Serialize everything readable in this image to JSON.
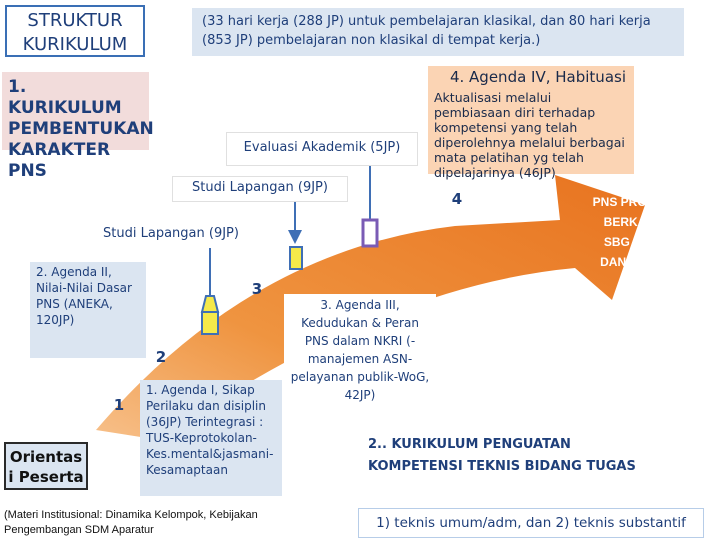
{
  "title": "STRUKTUR KURIKULUM",
  "hours_note": "(33 hari kerja (288 JP) untuk pembelajaran klasikal, dan 80 hari kerja (853 JP) pembelajaran non klasikal di tempat kerja.)",
  "kurikulum1": "1. KURIKULUM PEMBENTUKAN KARAKTER PNS",
  "agenda4": {
    "title": "4. Agenda IV, Habituasi",
    "desc": "Aktualisasi melalui pembiasaan diri terhadap kompetensi yang telah diperolehnya melalui berbagai mata pelatihan yg telah dipelajarinya (46JP)"
  },
  "evaluasi": "Evaluasi Akademik (5JP)",
  "studi_lapangan_1": "Studi Lapangan (9JP)",
  "studi_lapangan_2": "Studi Lapangan (9JP)",
  "agenda2": "2. Agenda II, Nilai-Nilai Dasar PNS (ANEKA, 120JP)",
  "agenda3": "3. Agenda III, Kedudukan & Peran PNS dalam NKRI (-manajemen ASN-pelayanan publik-WoG, 42JP)",
  "agenda1": "1. Agenda I, Sikap Perilaku dan disiplin (36JP) Terintegrasi : TUS-Keprotokolan-Kes.mental&jasmani-Kesamaptaan",
  "orientas": "Orientas i Peserta",
  "pns_profesional": "PNS PROFESIO-NAL BERKA-RAKTER SBG PELY.MASY DAN PEMERSATU BANGSA",
  "kurikulum2": "2.. KURIKULUM PENGUATAN KOMPETENSI TEKNIS BIDANG TUGAS",
  "teknis": "1) teknis umum/adm, dan 2) teknis substantif",
  "materi": "(Materi Institusional: Dinamika Kelompok, Kebijakan Pengembangan SDM Aparatur",
  "numbers": {
    "n1": "1",
    "n2": "2",
    "n3": "3",
    "n4": "4"
  },
  "colors": {
    "arrow": "#e8731f",
    "arrow_light": "#f2a65a",
    "blue_box": "#dbe5f1",
    "pink_box": "#f2dcdb",
    "peach_box": "#fbd4b4",
    "text_blue": "#1f3f7a",
    "marker_yellow": "#f5e94a",
    "marker_blue": "#3f6fb5"
  }
}
